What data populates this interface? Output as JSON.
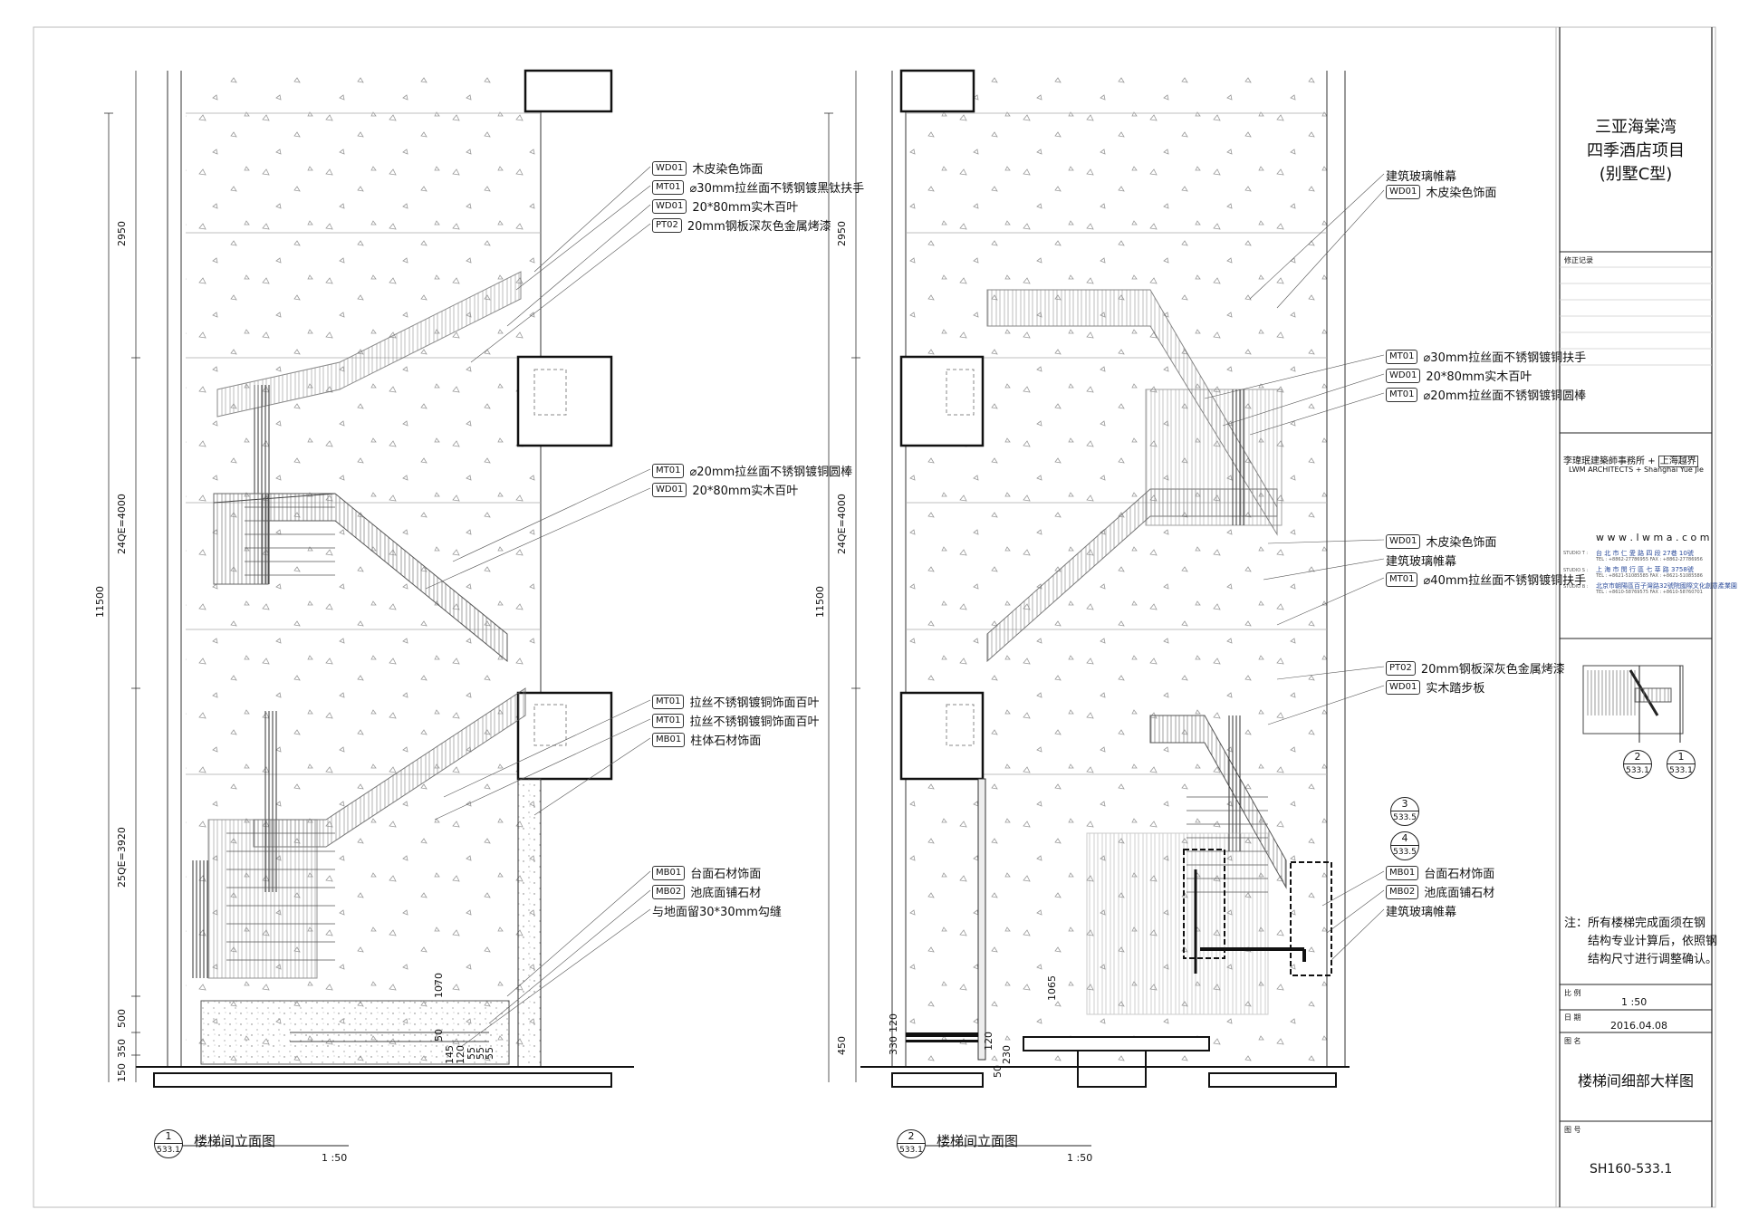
{
  "project": {
    "line1": "三亚海棠湾",
    "line2": "四季酒店项目",
    "line3": "(别墅C型)"
  },
  "revision_label": "修正记录",
  "firm": {
    "name_cn": "李瑋珉建築師事務所",
    "plus": "+",
    "partner_cn": "上海越界",
    "name_en": "LWM ARCHITECTS + Shanghai Yue Jie",
    "website": "w w w . l w m a . c o m",
    "studios": [
      {
        "label": "STUDIO T :",
        "addr": "台 北 市 仁 愛 路 四 段 27巷 10號",
        "tel": "TEL : +8862-27786955   FAX : +8862-27786956"
      },
      {
        "label": "STUDIO S :",
        "addr": "上 海 市 閔 行 區 七 莘 路 3758號",
        "tel": "TEL : +8621-51085585   FAX : +8621-51085586"
      },
      {
        "label": "STUDIO B :",
        "addr": "北京市朝陽區百子灣路32號院國際文化創意產業園",
        "tel": "TEL : +8610-58769575   FAX : +8610-58760701"
      }
    ]
  },
  "keyplan": {
    "refs": [
      {
        "num": "2",
        "sheet": "533.1"
      },
      {
        "num": "1",
        "sheet": "533.1"
      }
    ]
  },
  "note": "注：所有楼梯完成面须在钢结构专业计算后，依照钢结构尺寸进行调整确认。",
  "note_lines": [
    "注：所有楼梯完成面须在钢",
    "结构专业计算后，依照钢",
    "结构尺寸进行调整确认。"
  ],
  "scale_label": "比 例",
  "scale": "1 :50",
  "date_label": "日 期",
  "date": "2016.04.08",
  "drawing_name_label": "图 名",
  "drawing_name": "楼梯间细部大样图",
  "drawing_no_label": "图 号",
  "drawing_no": "SH160-533.1",
  "views": [
    {
      "num": "1",
      "sheet": "533.1",
      "title": "楼梯间立面图",
      "scale": "1 :50",
      "dims": [
        "2950",
        "24QE=4000",
        "11500",
        "25QE=3920",
        "500",
        "350",
        "150",
        "1070",
        "50",
        "145",
        "120",
        "55",
        "55",
        "55"
      ],
      "callouts": [
        {
          "code": "WD01",
          "text": "木皮染色饰面"
        },
        {
          "code": "MT01",
          "text": "⌀30mm拉丝面不锈钢镀黑钛扶手"
        },
        {
          "code": "WD01",
          "text": "20*80mm实木百叶"
        },
        {
          "code": "PT02",
          "text": "20mm钢板深灰色金属烤漆"
        },
        {
          "code": "MT01",
          "text": "⌀20mm拉丝面不锈钢镀铜圆棒"
        },
        {
          "code": "WD01",
          "text": "20*80mm实木百叶"
        },
        {
          "code": "MT01",
          "text": "拉丝不锈钢镀铜饰面百叶"
        },
        {
          "code": "MT01",
          "text": "拉丝不锈钢镀铜饰面百叶"
        },
        {
          "code": "MB01",
          "text": "柱体石材饰面"
        },
        {
          "code": "MB01",
          "text": "台面石材饰面"
        },
        {
          "code": "MB02",
          "text": "池底面铺石材"
        },
        {
          "code": "",
          "text": "与地面留30*30mm勾缝"
        }
      ]
    },
    {
      "num": "2",
      "sheet": "533.1",
      "title": "楼梯间立面图",
      "scale": "1 :50",
      "dims": [
        "2950",
        "24QE=4000",
        "11500",
        "450",
        "330",
        "120",
        "1065",
        "120",
        "230",
        "50"
      ],
      "callouts": [
        {
          "code": "",
          "text": "建筑玻璃帷幕"
        },
        {
          "code": "WD01",
          "text": "木皮染色饰面"
        },
        {
          "code": "MT01",
          "text": "⌀30mm拉丝面不锈钢镀铜扶手"
        },
        {
          "code": "WD01",
          "text": "20*80mm实木百叶"
        },
        {
          "code": "MT01",
          "text": "⌀20mm拉丝面不锈钢镀铜圆棒"
        },
        {
          "code": "WD01",
          "text": "木皮染色饰面"
        },
        {
          "code": "",
          "text": "建筑玻璃帷幕"
        },
        {
          "code": "MT01",
          "text": "⌀40mm拉丝面不锈钢镀铜扶手"
        },
        {
          "code": "PT02",
          "text": "20mm钢板深灰色金属烤漆"
        },
        {
          "code": "WD01",
          "text": "实木踏步板"
        },
        {
          "code": "MB01",
          "text": "台面石材饰面"
        },
        {
          "code": "MB02",
          "text": "池底面铺石材"
        },
        {
          "code": "",
          "text": "建筑玻璃帷幕"
        }
      ],
      "section_refs": [
        {
          "num": "3",
          "sheet": "533.5"
        },
        {
          "num": "4",
          "sheet": "533.5"
        }
      ]
    }
  ]
}
